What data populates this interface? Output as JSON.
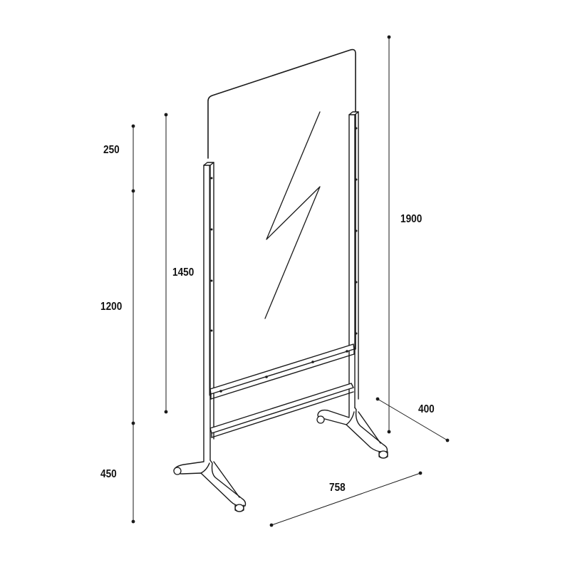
{
  "dimensions": {
    "top_section": "250",
    "middle_section": "1200",
    "bottom_section": "450",
    "panel_height": "1450",
    "total_height": "1900",
    "depth": "400",
    "width": "758"
  },
  "colors": {
    "line": "#1a1a1a",
    "background": "#ffffff"
  }
}
